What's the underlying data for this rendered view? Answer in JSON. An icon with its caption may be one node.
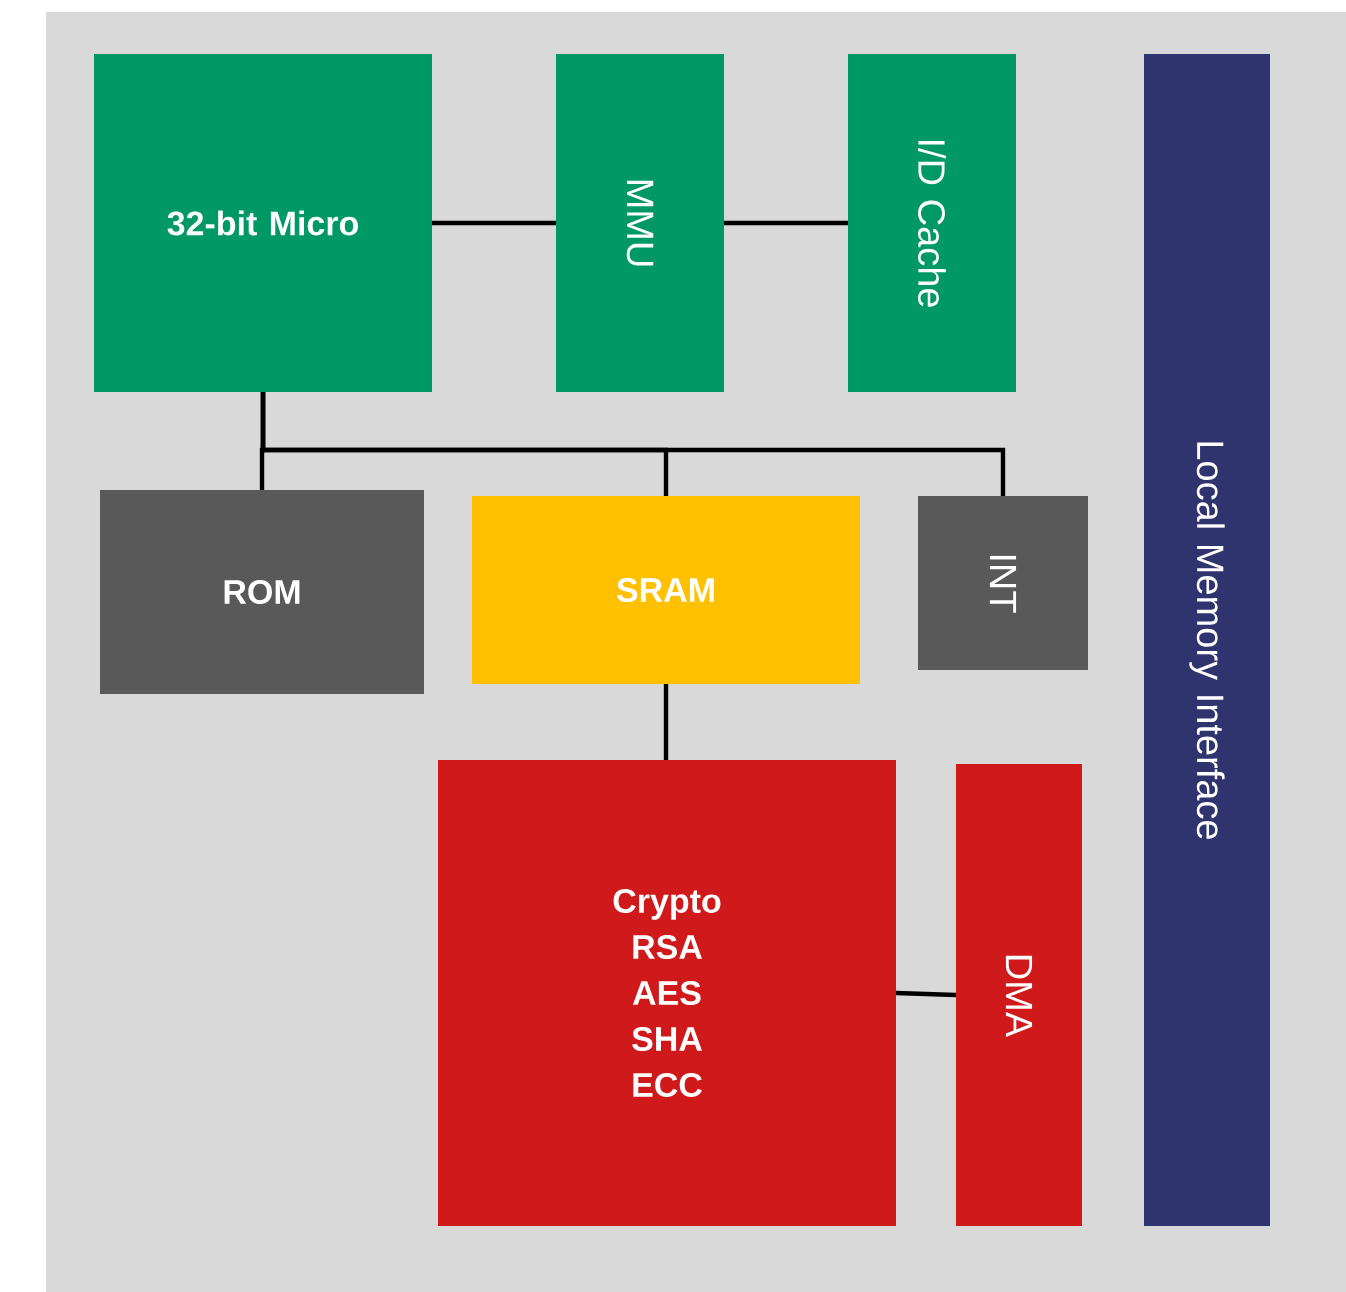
{
  "diagram": {
    "nodes": [
      {
        "text": [
          "32-bit Micro"
        ]
      },
      {
        "text": [
          "MMU"
        ]
      },
      {
        "text": [
          "I/D Cache"
        ]
      },
      {
        "text": [
          "Local Memory Interface"
        ]
      },
      {
        "text": [
          "ROM"
        ]
      },
      {
        "text": [
          "SRAM"
        ]
      },
      {
        "text": [
          "INT"
        ]
      },
      {
        "text": [
          "Crypto",
          "RSA",
          "AES",
          "SHA",
          "ECC"
        ]
      },
      {
        "text": [
          "DMA"
        ]
      }
    ],
    "edges": [
      {
        "from": 0,
        "to": 1,
        "arrow": "none"
      },
      {
        "from": 1,
        "to": 2,
        "arrow": "none"
      },
      {
        "from": 0,
        "to": 4,
        "arrow": "none"
      },
      {
        "from": 0,
        "to": 5,
        "arrow": "none"
      },
      {
        "from": 0,
        "to": 6,
        "arrow": "none"
      },
      {
        "from": 5,
        "to": 7,
        "arrow": "none"
      },
      {
        "from": 7,
        "to": 8,
        "arrow": "none"
      }
    ]
  }
}
